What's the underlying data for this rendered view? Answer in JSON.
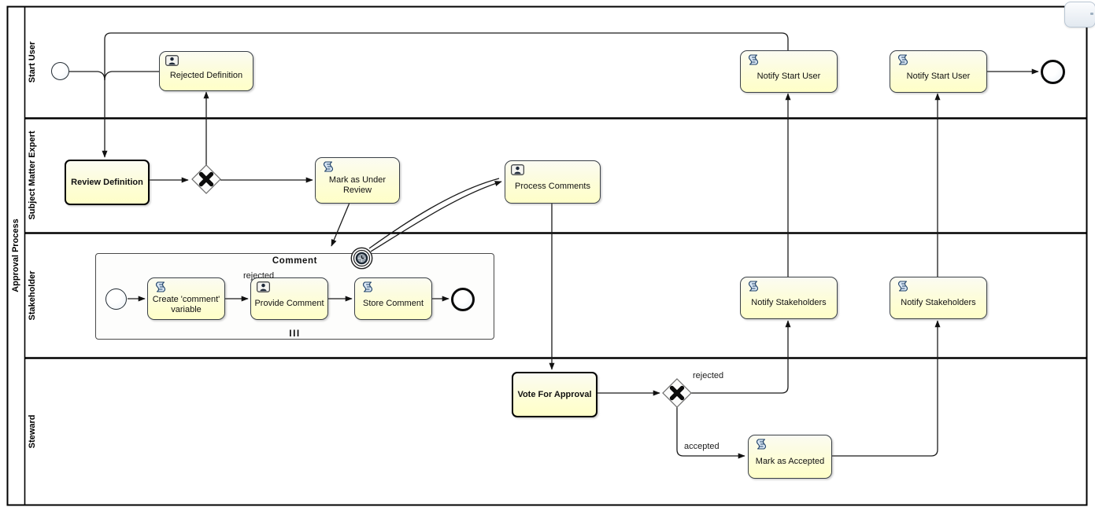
{
  "pool": {
    "label": "Approval Process"
  },
  "lanes": [
    {
      "label": "Start User"
    },
    {
      "label": "Subject Matter Expert"
    },
    {
      "label": "Stakeholder"
    },
    {
      "label": "Steward"
    }
  ],
  "nodes": {
    "rejected_definition": {
      "label": "Rejected Definition",
      "icon": "#sym-user"
    },
    "review_definition": {
      "label": "Review Definition"
    },
    "mark_as_under_review": {
      "label": "Mark as Under Review",
      "icon": "#sym-script"
    },
    "process_comments": {
      "label": "Process Comments",
      "icon": "#sym-user"
    },
    "comment_subprocess": {
      "label": "Comment",
      "multi_instance_marker": "III"
    },
    "create_comment_variable": {
      "label": "Create 'comment' variable",
      "icon": "#sym-script"
    },
    "provide_comment": {
      "label": "Provide Comment",
      "icon": "#sym-user"
    },
    "store_comment": {
      "label": "Store Comment",
      "icon": "#sym-script"
    },
    "vote_for_approval": {
      "label": "Vote For Approval"
    },
    "mark_as_accepted": {
      "label": "Mark as Accepted",
      "icon": "#sym-script"
    },
    "notify_stakeholders_1": {
      "label": "Notify Stakeholders",
      "icon": "#sym-script"
    },
    "notify_stakeholders_2": {
      "label": "Notify Stakeholders",
      "icon": "#sym-script"
    },
    "notify_start_user_1": {
      "label": "Notify Start User",
      "icon": "#sym-script"
    },
    "notify_start_user_2": {
      "label": "Notify Start User",
      "icon": "#sym-script"
    }
  },
  "edge_labels": {
    "comment_rejected": "rejected",
    "vote_rejected": "rejected",
    "vote_accepted": "accepted"
  },
  "colors": {
    "task_fill_top": "#fbfbf2",
    "task_fill_bottom": "#ffffc8",
    "line": "#1b1b1b",
    "lane_border": "#000000"
  }
}
